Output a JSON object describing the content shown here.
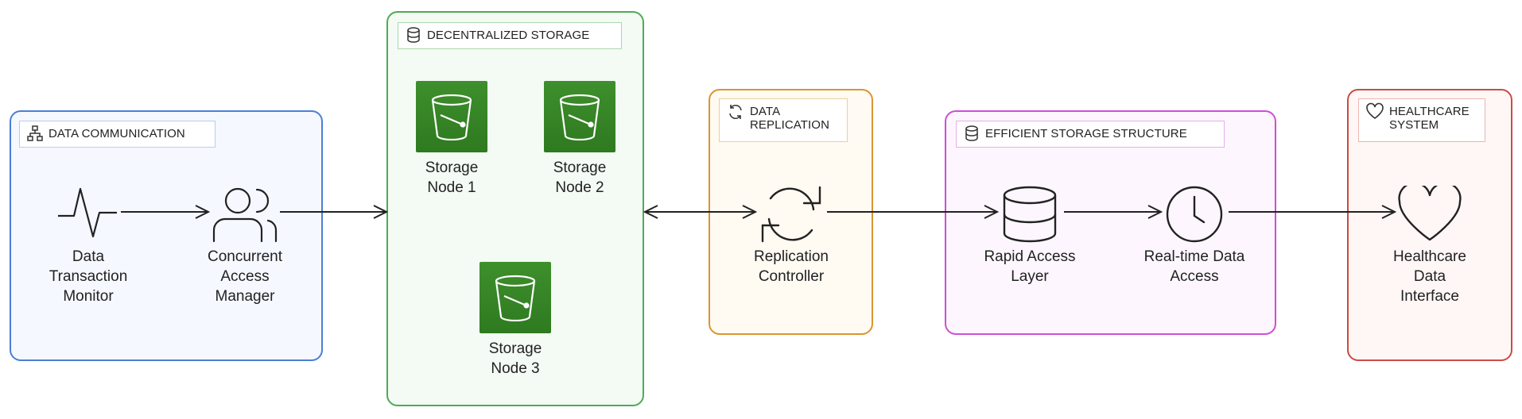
{
  "groups": {
    "data_communication": {
      "title": "DATA COMMUNICATION",
      "color": "#4a7fd4",
      "fill": "#f5f8fe"
    },
    "decentralized_storage": {
      "title": "DECENTRALIZED STORAGE",
      "color": "#4faa55",
      "fill": "#f3fbf4"
    },
    "data_replication": {
      "title": "DATA REPLICATION",
      "color": "#d9962f",
      "fill": "#fffaf2"
    },
    "efficient_storage": {
      "title": "EFFICIENT STORAGE STRUCTURE",
      "color": "#cc4fd6",
      "fill": "#fdf6fe"
    },
    "healthcare_system": {
      "title": "HEALTHCARE SYSTEM",
      "color": "#cc4b43",
      "fill": "#fff7f6"
    }
  },
  "nodes": {
    "transaction_monitor": "Data Transaction Monitor",
    "access_manager": "Concurrent Access Manager",
    "storage_node_1": "Storage Node 1",
    "storage_node_2": "Storage Node 2",
    "storage_node_3": "Storage Node 3",
    "replication_controller": "Replication Controller",
    "rapid_access_layer": "Rapid Access Layer",
    "realtime_access": "Real-time Data Access",
    "healthcare_interface": "Healthcare Data Interface"
  },
  "icons": {
    "tag_data_communication": "network-icon",
    "tag_decentralized_storage": "database-icon",
    "tag_data_replication": "sync-icon",
    "tag_efficient_storage": "database-icon",
    "tag_healthcare": "heart-icon",
    "transaction_monitor": "pulse-icon",
    "access_manager": "users-icon",
    "storage_bucket": "bucket-icon",
    "replication_controller": "sync-icon",
    "rapid_access_layer": "database-icon",
    "realtime_access": "clock-icon",
    "healthcare_interface": "heart-icon"
  },
  "connections": [
    {
      "from": "Data Transaction Monitor",
      "to": "Concurrent Access Manager",
      "direction": "forward"
    },
    {
      "from": "Concurrent Access Manager",
      "to": "DECENTRALIZED STORAGE",
      "direction": "forward"
    },
    {
      "from": "DECENTRALIZED STORAGE",
      "to": "Replication Controller",
      "direction": "both"
    },
    {
      "from": "Replication Controller",
      "to": "Rapid Access Layer",
      "direction": "forward"
    },
    {
      "from": "Rapid Access Layer",
      "to": "Real-time Data Access",
      "direction": "forward"
    },
    {
      "from": "Real-time Data Access",
      "to": "Healthcare Data Interface",
      "direction": "forward"
    }
  ]
}
